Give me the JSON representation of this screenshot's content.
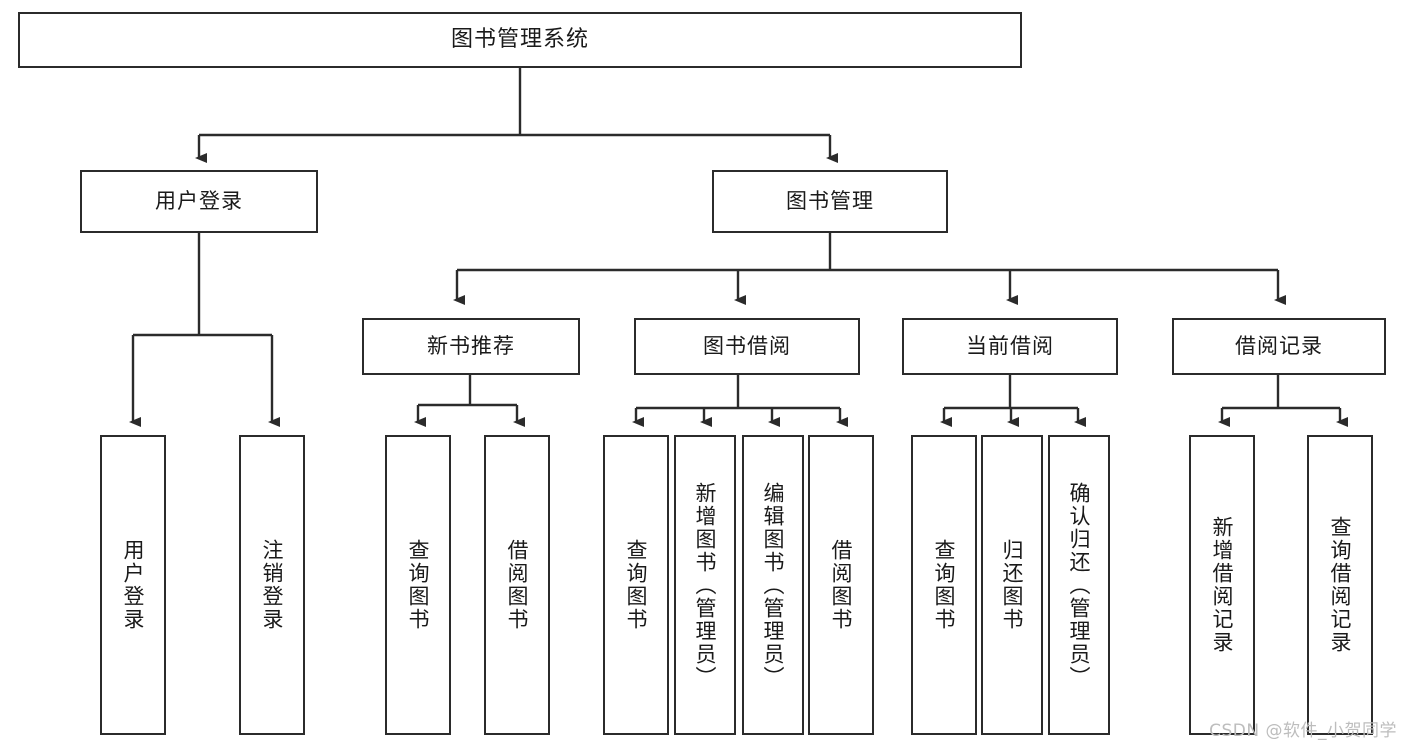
{
  "diagram": {
    "type": "tree",
    "title": "图书管理系统",
    "watermark": "CSDN @软件_小贺同学",
    "colors": {
      "box_border": "#2b2b2b",
      "box_fill": "#ffffff",
      "connector": "#2b2b2b",
      "text": "#1a1a1a",
      "watermark": "#bdbdbd"
    },
    "nodes": {
      "root": {
        "label": "图书管理系统"
      },
      "level2": [
        {
          "label": "用户登录"
        },
        {
          "label": "图书管理"
        }
      ],
      "level3": [
        {
          "label": "新书推荐"
        },
        {
          "label": "图书借阅"
        },
        {
          "label": "当前借阅"
        },
        {
          "label": "借阅记录"
        }
      ],
      "leaves": {
        "user_login": [
          {
            "label": "用户登录"
          },
          {
            "label": "注销登录"
          }
        ],
        "new_book": [
          {
            "label": "查询图书"
          },
          {
            "label": "借阅图书"
          }
        ],
        "borrow": [
          {
            "label": "查询图书"
          },
          {
            "label": "新增图书（管理员）"
          },
          {
            "label": "编辑图书（管理员）"
          },
          {
            "label": "借阅图书"
          }
        ],
        "current": [
          {
            "label": "查询图书"
          },
          {
            "label": "归还图书"
          },
          {
            "label": "确认归还（管理员）"
          }
        ],
        "records": [
          {
            "label": "新增借阅记录"
          },
          {
            "label": "查询借阅记录"
          }
        ]
      }
    }
  }
}
